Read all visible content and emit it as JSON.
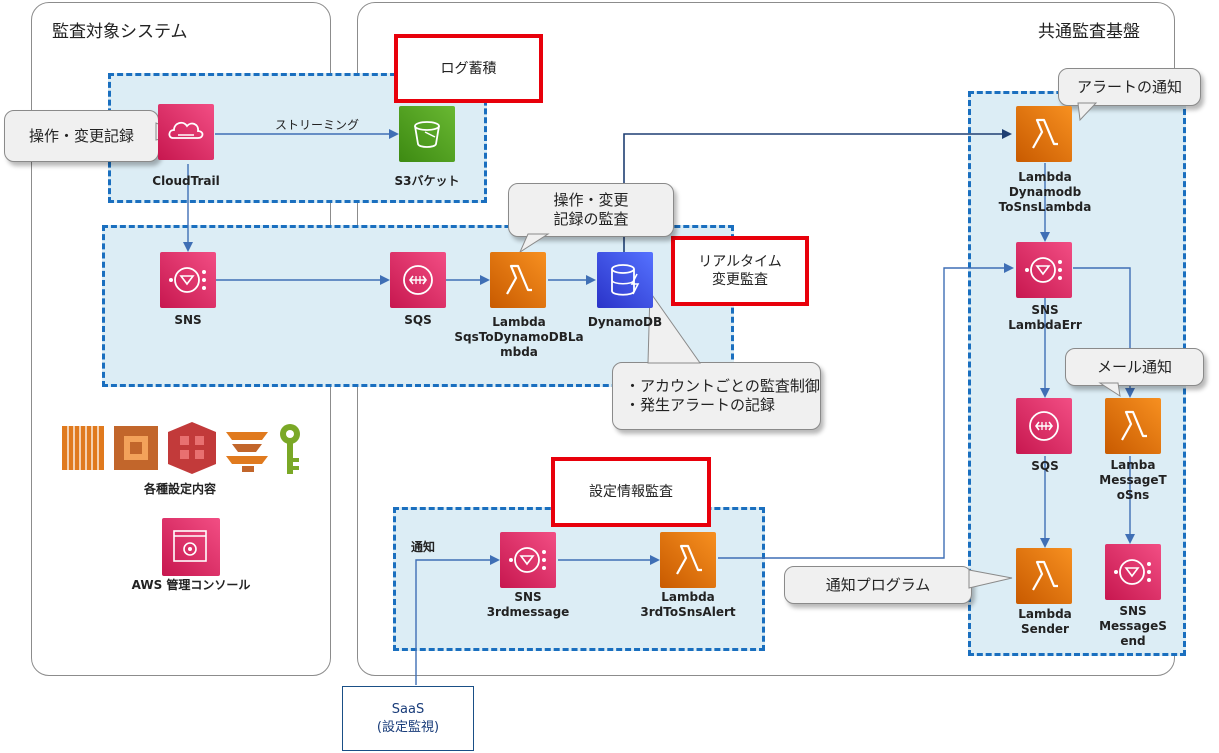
{
  "panels": {
    "left_title": "監査対象システム",
    "right_title": "共通監査基盤"
  },
  "red_labels": {
    "log_storage": "ログ蓄積",
    "realtime_audit": "リアルタイム\n変更監査",
    "config_audit": "設定情報監査"
  },
  "callouts": {
    "operation_log": "操作・変更記録",
    "operation_audit": "操作・変更\n記録の監査",
    "account_notes": "・アカウントごとの監査制御\n・発生アラートの記録",
    "alert_notify": "アラートの通知",
    "mail_notify": "メール通知",
    "notify_program": "通知プログラム"
  },
  "nodes": {
    "cloudtrail": "CloudTrail",
    "s3": "S3バケット",
    "sns": "SNS",
    "sqs": "SQS",
    "lambda_sqs": "Lambda\nSqsToDynamoDBLa\nmbda",
    "dynamodb": "DynamoDB",
    "lambda_dyn": "Lambda\nDynamodb\nToSnsLambda",
    "sns_err": "SNS\nLambdaErr",
    "sqs_right": "SQS",
    "lambda_msg": "Lamba\nMessageT\noSns",
    "lambda_sender": "Lambda\nSender",
    "sns_msgsend": "SNS\nMessageS\nend",
    "sns_3rd": "SNS\n3rdmessage",
    "lambda_3rd": "Lambda\n3rdToSnsAlert",
    "config_items": "各種設定内容",
    "console": "AWS  管理コンソール"
  },
  "edge_labels": {
    "streaming": "ストリーミング",
    "notify": "通知"
  },
  "saas": "SaaS\n(設定監視)",
  "colors": {
    "group_border": "#1a6fbf",
    "group_fill": "#dcedf5",
    "red_border": "#e8000b",
    "arrow": "#3f6fb5",
    "app_integration": "#e7157b",
    "compute": "#ed7100",
    "storage": "#3f8624",
    "database": "#3b48cc"
  }
}
